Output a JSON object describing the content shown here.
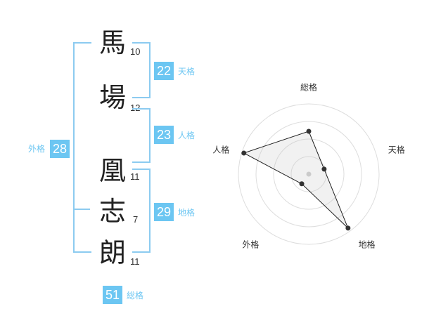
{
  "name_chars": [
    {
      "char": "馬",
      "strokes": "10"
    },
    {
      "char": "場",
      "strokes": "12"
    },
    {
      "char": "凰",
      "strokes": "11"
    },
    {
      "char": "志",
      "strokes": "7"
    },
    {
      "char": "朗",
      "strokes": "11"
    }
  ],
  "kakusu": {
    "tenkaku": {
      "value": "22",
      "label": "天格"
    },
    "jinkaku": {
      "value": "23",
      "label": "人格"
    },
    "chikaku": {
      "value": "29",
      "label": "地格"
    },
    "gaikaku": {
      "value": "28",
      "label": "外格"
    },
    "soukaku": {
      "value": "51",
      "label": "総格"
    }
  },
  "colors": {
    "accent": "#6cc6f2",
    "bracket": "#8ccbf0"
  },
  "radar": {
    "axes": [
      "総格",
      "天格",
      "地格",
      "外格",
      "人格"
    ],
    "levels": 4,
    "values": [
      0.61,
      0.23,
      0.95,
      0.17,
      0.97
    ]
  }
}
